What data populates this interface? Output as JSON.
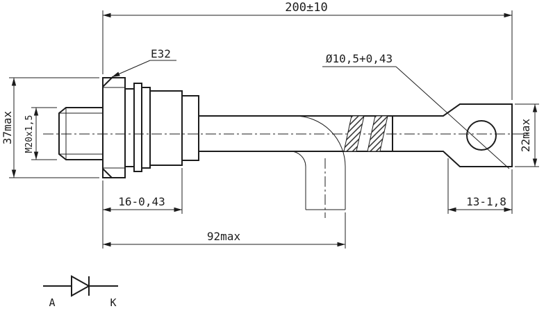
{
  "drawing": {
    "background": "#ffffff",
    "line_color": "#1c1c1c",
    "labels": {
      "overall_length": "200±10",
      "hex_size": "E32",
      "hole_dia": "Ø10,5+0,43",
      "flange_dia": "37max",
      "thread": "M20x1,5",
      "lug_height": "22max",
      "mount_length": "16-0,43",
      "lead_length": "92max",
      "lug_length": "13-1,8"
    },
    "symbol": {
      "anode": "A",
      "cathode": "K"
    }
  }
}
